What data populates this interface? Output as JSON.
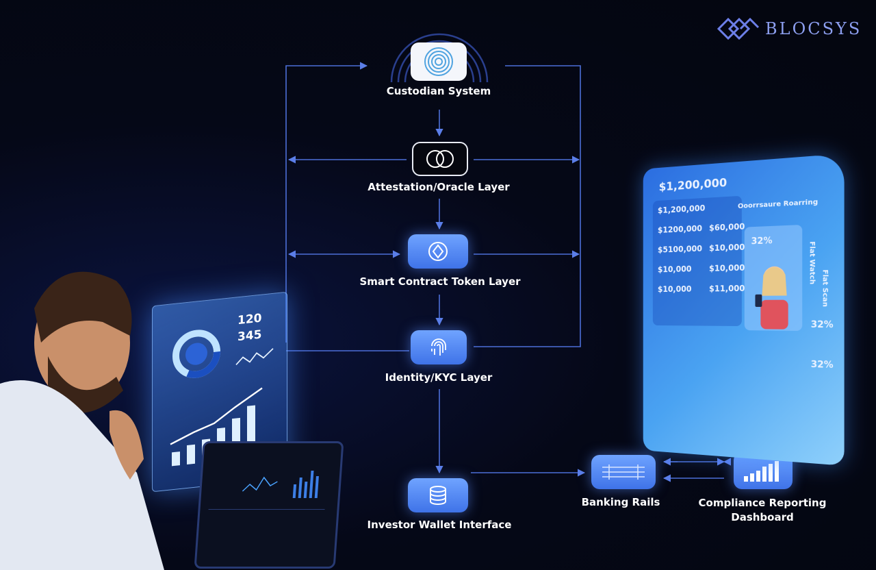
{
  "brand": {
    "name": "BLOCSYS",
    "logo_icon": "interlocked-diamonds-icon",
    "color": "#8d9ff0"
  },
  "diagram": {
    "nodes": [
      {
        "id": "custodian",
        "label": "Custodian System",
        "icon": "spiral-vault-icon"
      },
      {
        "id": "attestation",
        "label": "Attestation/Oracle Layer",
        "icon": "interlocking-rings-icon"
      },
      {
        "id": "smart_contract",
        "label": "Smart Contract Token Layer",
        "icon": "token-diamond-icon"
      },
      {
        "id": "identity",
        "label": "Identity/KYC Layer",
        "icon": "fingerprint-icon"
      },
      {
        "id": "wallet",
        "label": "Investor Wallet Interface",
        "icon": "coin-stack-icon"
      },
      {
        "id": "banking",
        "label": "Banking Rails",
        "icon": "rails-icon"
      },
      {
        "id": "compliance",
        "label": "Compliance Reporting Dashboard",
        "icon": "bar-chart-icon"
      }
    ],
    "accent": "#4f7fef",
    "line_color": "#4d6fd8"
  },
  "left_panel": {
    "numbers": [
      "120",
      "345"
    ]
  },
  "right_panel": {
    "headline": "$1,200,000",
    "col1": [
      "$1,200,000",
      "$1200,000",
      "$5100,000",
      "$10,000",
      "$10,000"
    ],
    "col2": [
      "$60,000",
      "$10,000",
      "$10,000",
      "$11,000"
    ],
    "percents": [
      "32%",
      "32%",
      "32%"
    ],
    "side_labels": [
      "Ooorrsaure Roarring",
      "Flat Watch",
      "Flat Scan"
    ]
  }
}
